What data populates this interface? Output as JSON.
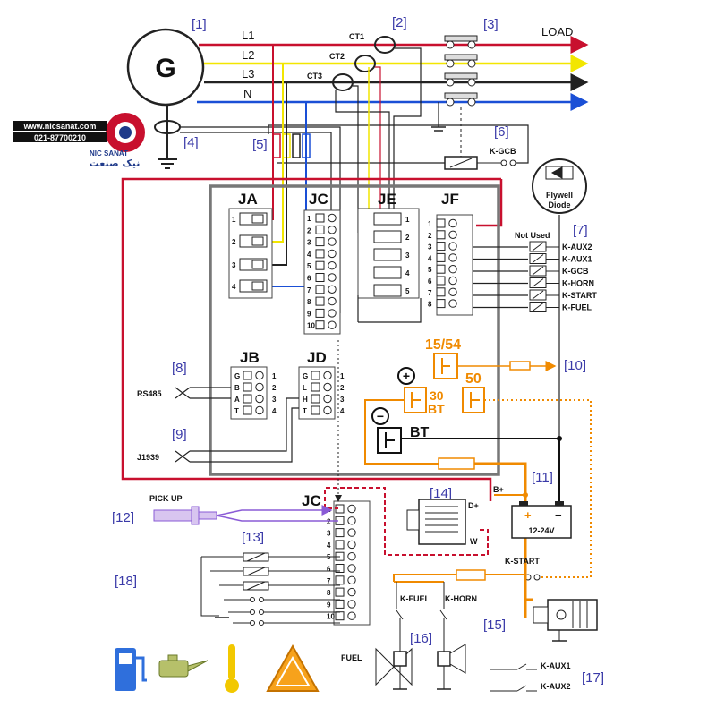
{
  "refs": [
    "[1]",
    "[2]",
    "[3]",
    "[4]",
    "[5]",
    "[6]",
    "[7]",
    "[8]",
    "[9]",
    "[10]",
    "[11]",
    "[12]",
    "[13]",
    "[14]",
    "[15]",
    "[16]",
    "[17]",
    "[18]"
  ],
  "generator": {
    "label": "G"
  },
  "lines": {
    "l1": "L1",
    "l2": "L2",
    "l3": "L3",
    "n": "N",
    "load": "LOAD"
  },
  "ct": {
    "ct1": "CT1",
    "ct2": "CT2",
    "ct3": "CT3"
  },
  "watermark": {
    "site": "www.nicsanat.com",
    "phone": "021-87700210",
    "brand": "NIC SANAT",
    "brand_fa": "نیک صنعت"
  },
  "connectors": {
    "ja": "JA",
    "jc": "JC",
    "je": "JE",
    "jf": "JF",
    "jb": "JB",
    "jd": "JD",
    "jc2": "JC"
  },
  "ja_pins": [
    "1",
    "2",
    "3",
    "4"
  ],
  "jc_pins": [
    "1",
    "2",
    "3",
    "4",
    "5",
    "6",
    "7",
    "8",
    "9",
    "10"
  ],
  "je_pins": [
    "1",
    "2",
    "3",
    "4",
    "5"
  ],
  "jf_pins": [
    "1",
    "2",
    "3",
    "4",
    "5",
    "6",
    "7",
    "8"
  ],
  "jb_pins": [
    "G",
    "B",
    "A",
    "T"
  ],
  "jb_nums": [
    "1",
    "2",
    "3",
    "4"
  ],
  "jd_pins": [
    "G",
    "L",
    "H",
    "T"
  ],
  "jd_nums": [
    "1",
    "2",
    "3",
    "4"
  ],
  "relays": {
    "not_used": "Not Used",
    "k_gcb": "K-GCB",
    "items": [
      "K-AUX2",
      "K-AUX1",
      "K-GCB",
      "K-HORN",
      "K-START",
      "K-FUEL"
    ]
  },
  "diode": {
    "line1": "Flywell",
    "line2": "Diode"
  },
  "ignition": {
    "t1554": "15/54",
    "t50": "50",
    "t30": "30",
    "tbt": "BT",
    "bt": "BT",
    "plus": "+",
    "minus": "−"
  },
  "comms": {
    "rs485": "RS485",
    "j1939": "J1939"
  },
  "pickup": {
    "label": "PICK UP"
  },
  "alternator": {
    "dplus": "D+",
    "w": "W",
    "bplus": "B+"
  },
  "battery": {
    "label": "12-24V",
    "plus": "+",
    "minus": "−"
  },
  "outputs": {
    "k_start": "K-START",
    "k_fuel": "K-FUEL",
    "k_horn": "K-HORN",
    "fuel": "FUEL",
    "k_aux1": "K-AUX1",
    "k_aux2": "K-AUX2"
  }
}
